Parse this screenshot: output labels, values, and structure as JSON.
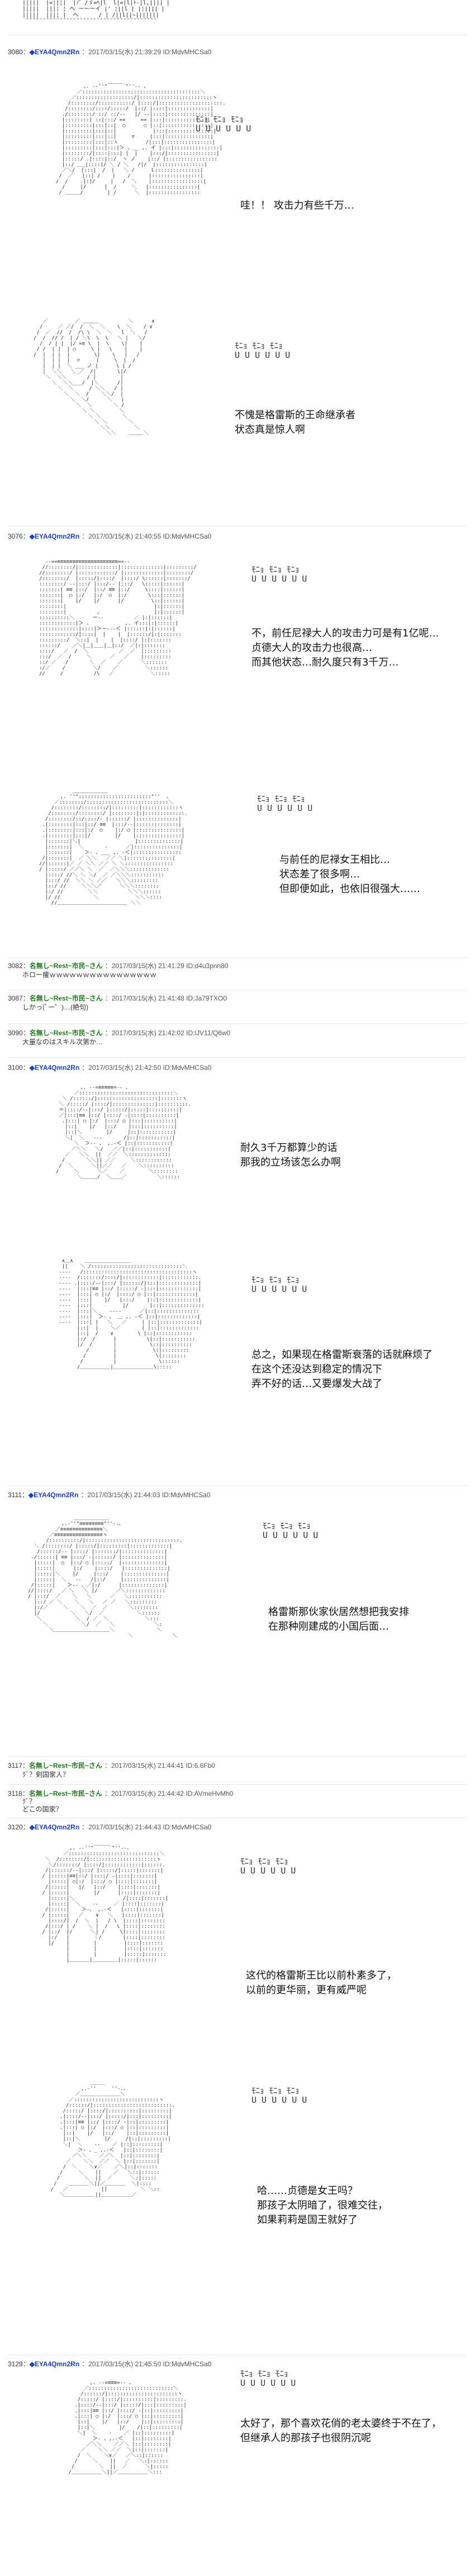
{
  "posts": [
    {
      "num": "3080：",
      "name": "◆EYA4Qmn2Rn",
      "date": "：2017/03/15(水) 21:39:29 ID:MdvMHCSa0"
    },
    {
      "num": "3076：",
      "name": "◆EYA4Qmn2Rn",
      "date": "：2017/03/15(水) 21:40:55 ID:MdvMHCSa0"
    },
    {
      "num": "3082：",
      "name": "名無し~Rest~市民~さん",
      "date": "：2017/03/15(水) 21:41:29 ID:d4u3pnn80",
      "text": "ホロー痩ｗｗｗｗｗｗｗｗｗｗｗｗｗｗｗｗ"
    },
    {
      "num": "3087：",
      "name": "名無し~Rest~市民~さん",
      "date": "：2017/03/15(水) 21:41:48 ID:Ja79TXO0",
      "text": "しかっ(ﾟー゜)…(絶句)"
    },
    {
      "num": "3090：",
      "name": "名無し~Rest~市民~さん",
      "date": "：2017/03/15(水) 21:42:02 ID:lJV11/Q6w0",
      "text": "大量なのはスキル次第か…"
    },
    {
      "num": "3100：",
      "name": "◆EYA4Qmn2Rn",
      "date": "：2017/03/15(水) 21:42:50 ID:MdvMHCSa0"
    },
    {
      "num": "3111：",
      "name": "◆EYA4Qmn2Rn",
      "date": "：2017/03/15(水) 21:44:03 ID:MdvMHCSa0"
    },
    {
      "num": "3117：",
      "name": "名無し~Rest~市民~さん",
      "date": "：2017/03/15(水) 21:44:41 ID:6.6Fb0",
      "text": "ｸﾞ？剣国家人？"
    },
    {
      "num": "3118：",
      "name": "名無し~Rest~市民~さん",
      "date": "：2017/03/15(水) 21:44:42 ID:AVmeHvMh0",
      "text": "ｸﾞ？\nどこの国家？"
    },
    {
      "num": "3120：",
      "name": "◆EYA4Qmn2Rn",
      "date": "：2017/03/15(水) 21:44:43 ID:MdvMHCSa0"
    },
    {
      "num": "3129：",
      "name": "◆EYA4Qmn2Rn",
      "date": "：2017/03/15(水) 21:45:50 ID:MdvMHCSa0"
    }
  ],
  "sfx": {
    "mumble": "ﾓﾆｮ ﾓﾆｮ ﾓﾆｮ\nU U U U U U"
  },
  "dialogues": [
    "哇！！ 攻击力有些千万…",
    "不愧是格雷斯的王命继承者\n状态真是惊人啊",
    "不，前任尼禄大人的攻击力可是有1亿呢…\n贞德大人的攻击力也很高…\n而其他状态…耐久度只有3千万…",
    "与前任的尼禄女王相比…\n状态差了很多啊…\n但即便如此，也依旧很强大……",
    "耐久3千万都算少的话\n那我的立场该怎么办啊",
    "总之，如果现在格雷斯衰落的话就麻烦了\n在这个还没达到稳定的情况下\n弄不好的话…又要爆发大战了",
    "格雷斯那伙家伙居然想把我安排\n在那种刚建成的小国后面…",
    "这代的格雷斯王比以前朴素多了，\n以前的更华丽，更有威严呢",
    "哈……贞德是女王吗？\n那孩子太阴暗了，很难交往，\n如果莉莉是国王就好了",
    "太好了，那个喜欢花俏的老太婆终于不在了，\n但继承人的那孩子也很阴沉呢"
  ]
}
